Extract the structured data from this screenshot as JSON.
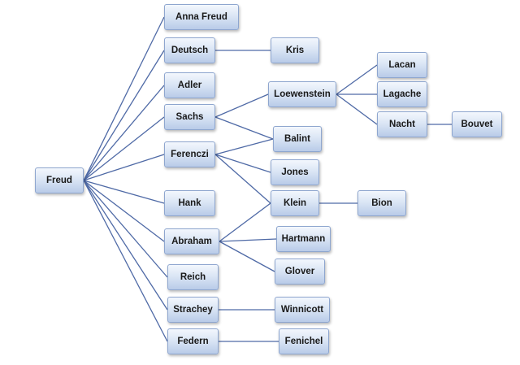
{
  "nodes": {
    "freud": "Freud",
    "anna_freud": "Anna Freud",
    "deutsch": "Deutsch",
    "kris": "Kris",
    "adler": "Adler",
    "sachs": "Sachs",
    "loewenstein": "Loewenstein",
    "lacan": "Lacan",
    "lagache": "Lagache",
    "nacht": "Nacht",
    "bouvet": "Bouvet",
    "ferenczi": "Ferenczi",
    "balint": "Balint",
    "jones": "Jones",
    "hank": "Hank",
    "klein": "Klein",
    "bion": "Bion",
    "abraham": "Abraham",
    "hartmann": "Hartmann",
    "glover": "Glover",
    "reich": "Reich",
    "strachey": "Strachey",
    "winnicott": "Winnicott",
    "federn": "Federn",
    "fenichel": "Fenichel"
  },
  "edges": [
    [
      "freud",
      "anna_freud"
    ],
    [
      "freud",
      "deutsch"
    ],
    [
      "freud",
      "adler"
    ],
    [
      "freud",
      "sachs"
    ],
    [
      "freud",
      "ferenczi"
    ],
    [
      "freud",
      "hank"
    ],
    [
      "freud",
      "abraham"
    ],
    [
      "freud",
      "reich"
    ],
    [
      "freud",
      "strachey"
    ],
    [
      "freud",
      "federn"
    ],
    [
      "deutsch",
      "kris"
    ],
    [
      "sachs",
      "loewenstein"
    ],
    [
      "sachs",
      "balint"
    ],
    [
      "loewenstein",
      "lacan"
    ],
    [
      "loewenstein",
      "lagache"
    ],
    [
      "loewenstein",
      "nacht"
    ],
    [
      "nacht",
      "bouvet"
    ],
    [
      "ferenczi",
      "balint"
    ],
    [
      "ferenczi",
      "jones"
    ],
    [
      "ferenczi",
      "klein"
    ],
    [
      "klein",
      "bion"
    ],
    [
      "abraham",
      "klein"
    ],
    [
      "abraham",
      "hartmann"
    ],
    [
      "abraham",
      "glover"
    ],
    [
      "strachey",
      "winnicott"
    ],
    [
      "federn",
      "fenichel"
    ]
  ]
}
